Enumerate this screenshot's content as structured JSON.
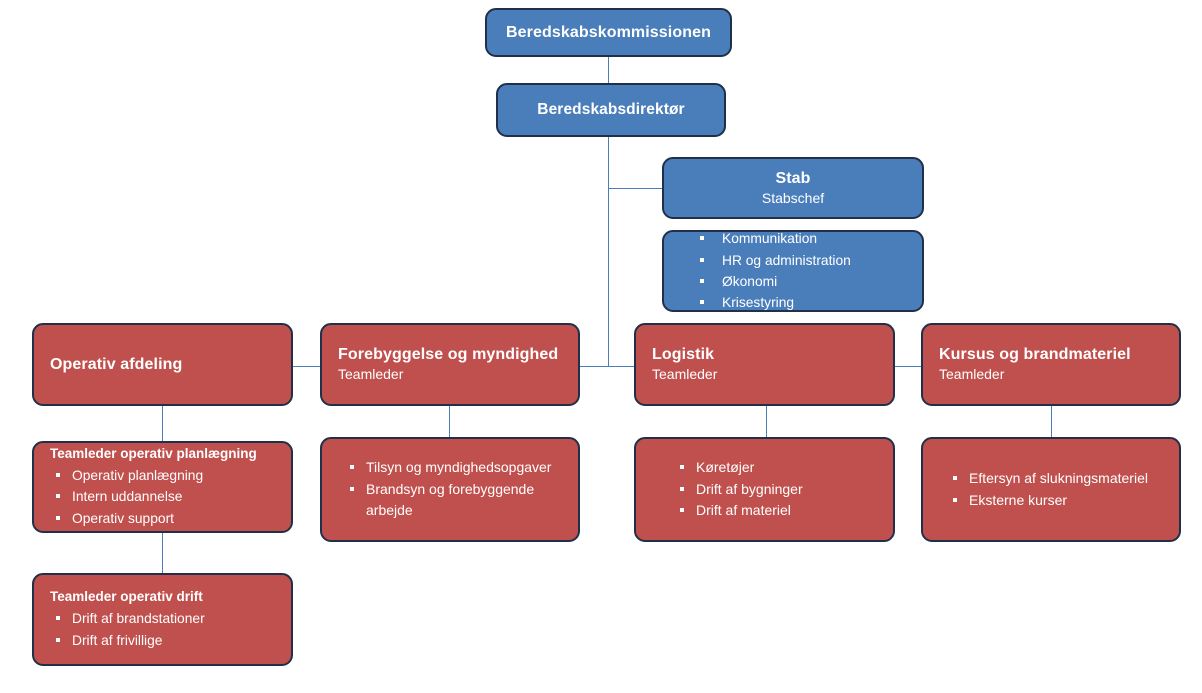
{
  "colors": {
    "blue": "#4a7ebb",
    "red": "#c0504d",
    "border": "#1f3048",
    "text": "#ffffff",
    "background": "#ffffff",
    "connector": "#4a7ebb"
  },
  "nodes": {
    "commission": {
      "title": "Beredskabskommissionen"
    },
    "director": {
      "title": "Beredskabsdirektør"
    },
    "stab": {
      "title": "Stab",
      "subtitle": "Stabschef"
    },
    "stab_tasks": {
      "items": [
        "Kommunikation",
        "HR og administration",
        "Økonomi",
        "Krisestyring"
      ]
    },
    "operativ": {
      "title": "Operativ afdeling",
      "subtitle": ""
    },
    "forebyggelse": {
      "title": "Forebyggelse og myndighed",
      "subtitle": "Teamleder"
    },
    "logistik": {
      "title": "Logistik",
      "subtitle": "Teamleder"
    },
    "kursus": {
      "title": "Kursus og brandmateriel",
      "subtitle": "Teamleder"
    },
    "operativ_planlaegning": {
      "title": "Teamleder operativ planlægning",
      "items": [
        "Operativ planlægning",
        "Intern uddannelse",
        "Operativ support"
      ]
    },
    "operativ_drift": {
      "title": "Teamleder operativ drift",
      "items": [
        "Drift af brandstationer",
        "Drift af frivillige"
      ]
    },
    "forebyggelse_tasks": {
      "items": [
        "Tilsyn og myndighedsopgaver",
        "Brandsyn og forebyggende arbejde"
      ]
    },
    "logistik_tasks": {
      "items": [
        "Køretøjer",
        "Drift af bygninger",
        "Drift af materiel"
      ]
    },
    "kursus_tasks": {
      "items": [
        "Eftersyn af slukningsmateriel",
        "Eksterne kurser"
      ]
    }
  }
}
